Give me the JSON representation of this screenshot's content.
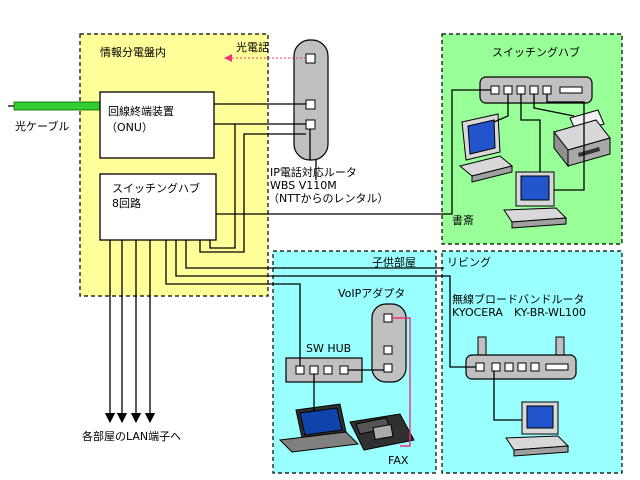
{
  "zones": {
    "panel": {
      "label": "情報分電盤内",
      "color": "#ffff99"
    },
    "study": {
      "label": "スイッチングハブ",
      "color": "#99ff99"
    },
    "kids": {
      "label": "子供部屋",
      "color": "#99ffff"
    },
    "living": {
      "label": "リビング",
      "color": "#99ffff"
    }
  },
  "devices": {
    "onu_line1": "回線終端装置",
    "onu_line2": "（ONU）",
    "hub8_line1": "スイッチングハブ",
    "hub8_line2": "8回路",
    "router_line1": "IP電話対応ルータ",
    "router_line2": "WBS V110M",
    "router_line3": "（NTTからのレンタル）",
    "wireless_line1": "無線ブロードバンドルータ",
    "wireless_line2": "KYOCERA　KY-BR-WL100",
    "voip": "VoIPアダプタ",
    "swhub": "SW HUB",
    "fax": "FAX"
  },
  "labels": {
    "optical_cable": "光ケーブル",
    "optical_phone": "光電話",
    "study_room": "書斎",
    "lan_ports": "各部屋のLAN端子へ"
  },
  "colors": {
    "fiber": "#33cc33",
    "phone_line": "#ee3377",
    "device_fill": "#c0c0c0",
    "dash": "#000000"
  }
}
